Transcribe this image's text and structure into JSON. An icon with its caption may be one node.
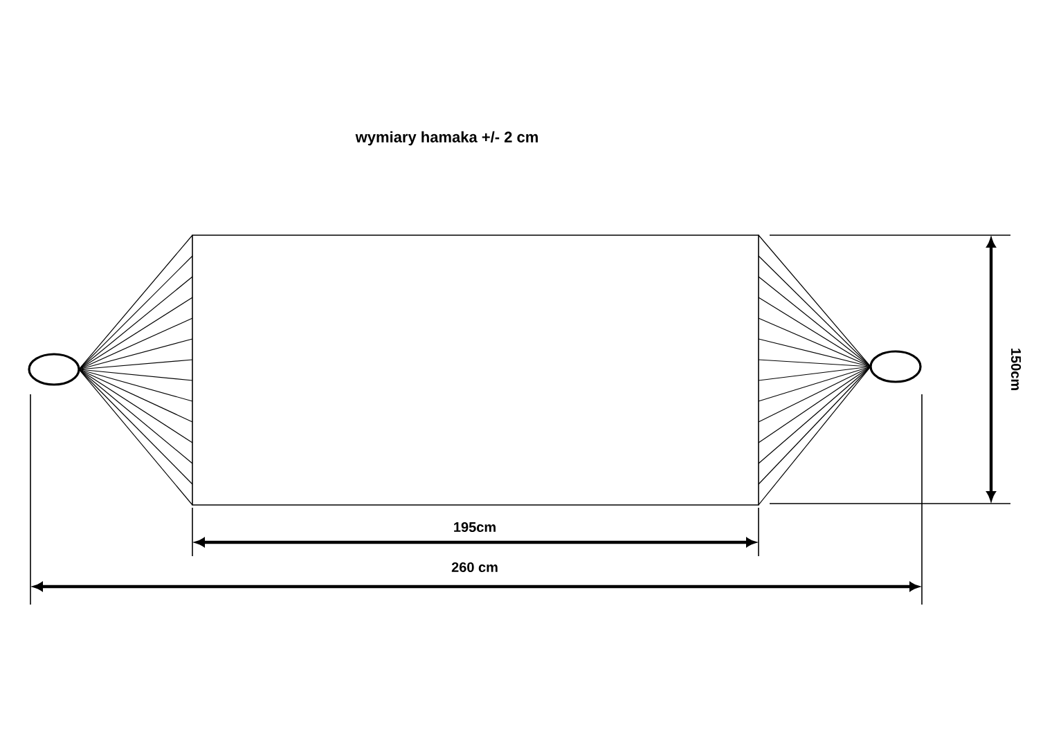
{
  "diagram": {
    "title": "wymiary hamaka +/- 2 cm",
    "labels": [
      "195cm",
      "260 cm",
      "150cm"
    ]
  }
}
